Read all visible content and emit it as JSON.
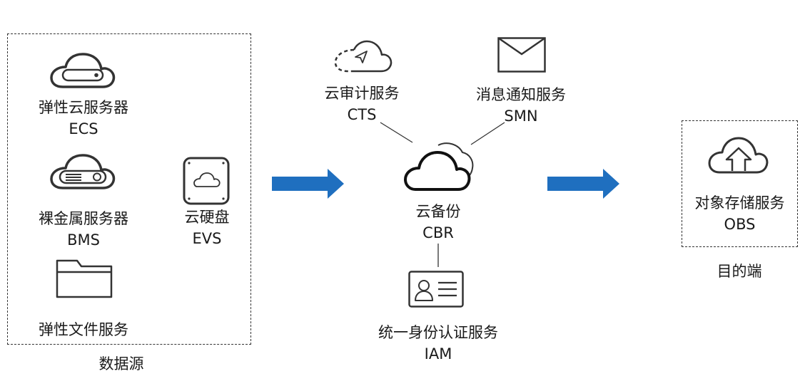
{
  "source": {
    "caption": "数据源",
    "items": [
      {
        "name": "弹性云服务器",
        "code": "ECS"
      },
      {
        "name": "裸金属服务器",
        "code": "BMS"
      },
      {
        "name": "弹性文件服务",
        "code": ""
      },
      {
        "name": "云硬盘",
        "code": "EVS"
      }
    ]
  },
  "center": {
    "main": {
      "name": "云备份",
      "code": "CBR"
    },
    "cts": {
      "name": "云审计服务",
      "code": "CTS"
    },
    "smn": {
      "name": "消息通知服务",
      "code": "SMN"
    },
    "iam": {
      "name": "统一身份认证服务",
      "code": "IAM"
    }
  },
  "destination": {
    "caption": "目的端",
    "item": {
      "name": "对象存储服务",
      "code": "OBS"
    }
  },
  "colors": {
    "arrow": "#1f6fbf",
    "line": "#333333"
  },
  "icons": [
    "cloud-server-icon",
    "cloud-server-icon",
    "folder-icon",
    "disk-icon",
    "cloud-audit-icon",
    "envelope-icon",
    "cloud-icon",
    "id-card-icon",
    "cloud-upload-icon",
    "right-arrow-icon"
  ]
}
